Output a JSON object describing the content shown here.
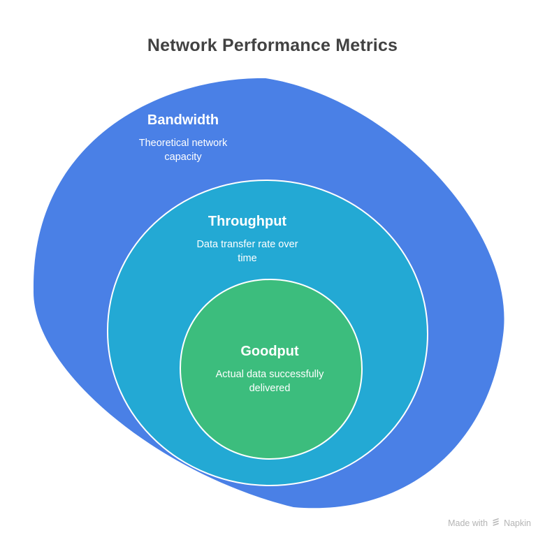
{
  "title": "Network Performance Metrics",
  "diagram": {
    "type": "nested-sets",
    "outline_color": "#ffffff",
    "label_color": "#ffffff",
    "sets": [
      {
        "label": "Bandwidth",
        "description": "Theoretical network capacity",
        "color": "#4A80E6"
      },
      {
        "label": "Throughput",
        "description": "Data transfer rate over time",
        "color": "#23A9D4"
      },
      {
        "label": "Goodput",
        "description": "Actual data successfully delivered",
        "color": "#3CBD7D"
      }
    ]
  },
  "watermark": {
    "prefix": "Made with",
    "brand": "Napkin"
  }
}
